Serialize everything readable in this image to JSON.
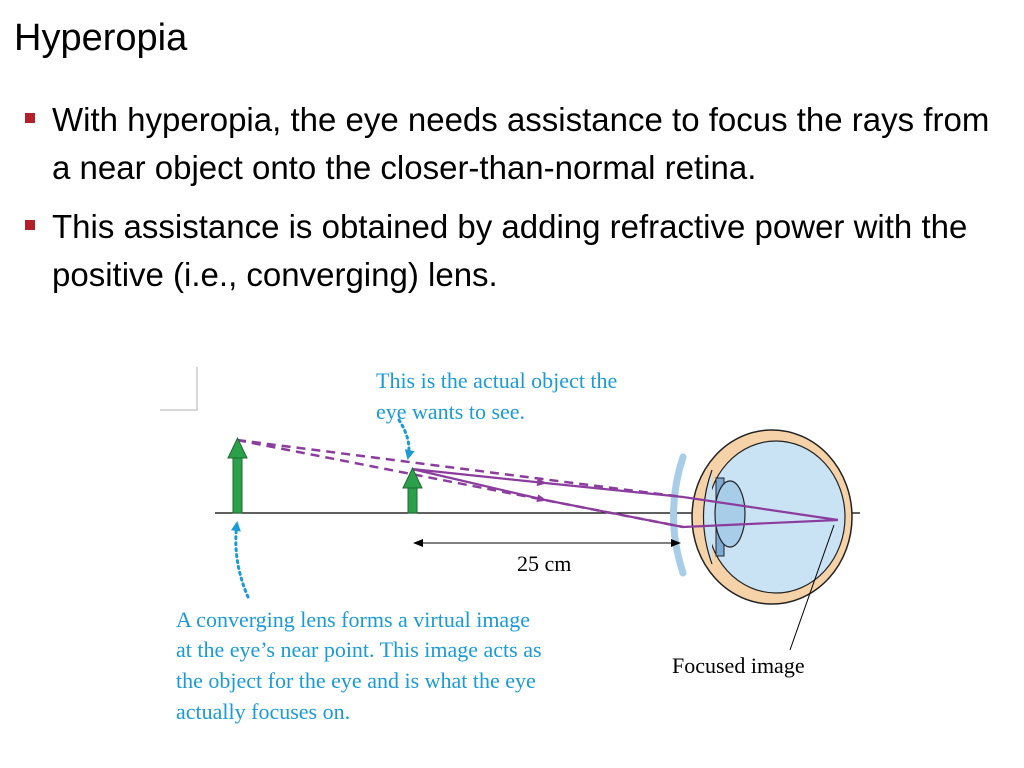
{
  "slide": {
    "title": "Hyperopia",
    "bullets": [
      "With hyperopia, the eye needs assistance to focus the rays from a near object onto the closer-than-normal retina.",
      "This assistance is obtained by adding refractive power with the positive (i.e., converging) lens."
    ]
  },
  "diagram": {
    "callout_top": [
      "This is the actual object the",
      "eye wants to see."
    ],
    "distance_label": "25 cm",
    "callout_bottom": [
      "A converging lens forms a virtual image",
      "at the eye’s near point. This image acts as",
      "the object for the eye and is what the eye",
      "actually focuses on."
    ],
    "focus_label": "Focused image"
  },
  "colors": {
    "bullet_marker": "#b3202a",
    "callout_text": "#1a9bd7",
    "ray": "#8b3d9e",
    "arrow_fill": "#2aa04a",
    "eye_outer": "#f6d2a8",
    "eye_inner": "#c9e3f5",
    "lens": "#a8cde8"
  }
}
